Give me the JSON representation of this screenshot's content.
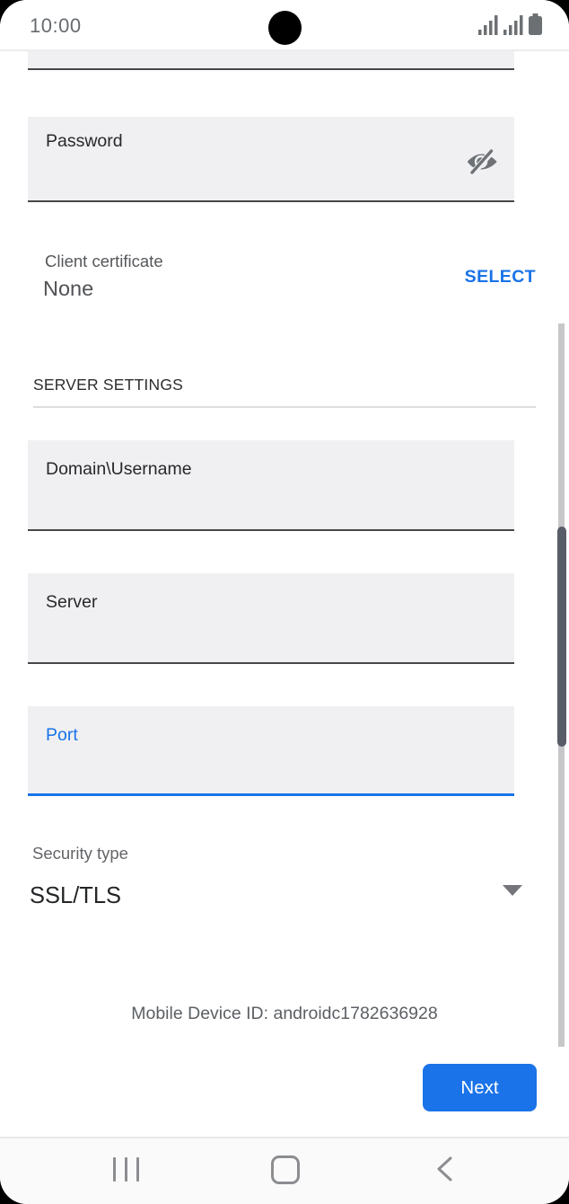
{
  "status_bar": {
    "time": "10:00"
  },
  "form": {
    "password": {
      "label": "Password"
    },
    "client_certificate": {
      "label": "Client certificate",
      "value": "None",
      "action_label": "SELECT"
    },
    "server_settings_header": "SERVER SETTINGS",
    "domain_username": {
      "label": "Domain\\Username"
    },
    "server": {
      "label": "Server"
    },
    "port": {
      "label": "Port"
    },
    "security_type": {
      "label": "Security type",
      "value": "SSL/TLS"
    }
  },
  "footer": {
    "device_id": "Mobile Device ID: androidc1782636928",
    "next_label": "Next"
  },
  "icons": {
    "password_toggle": "eye-off-icon",
    "security_dropdown": "chevron-down-icon",
    "status": [
      "signal-icon",
      "signal-icon",
      "battery-icon"
    ],
    "nav": [
      "recents-icon",
      "home-icon",
      "back-icon"
    ]
  },
  "colors": {
    "accent": "#1a73e8",
    "field_background": "#f0f0f2",
    "field_underline": "#47474a"
  }
}
